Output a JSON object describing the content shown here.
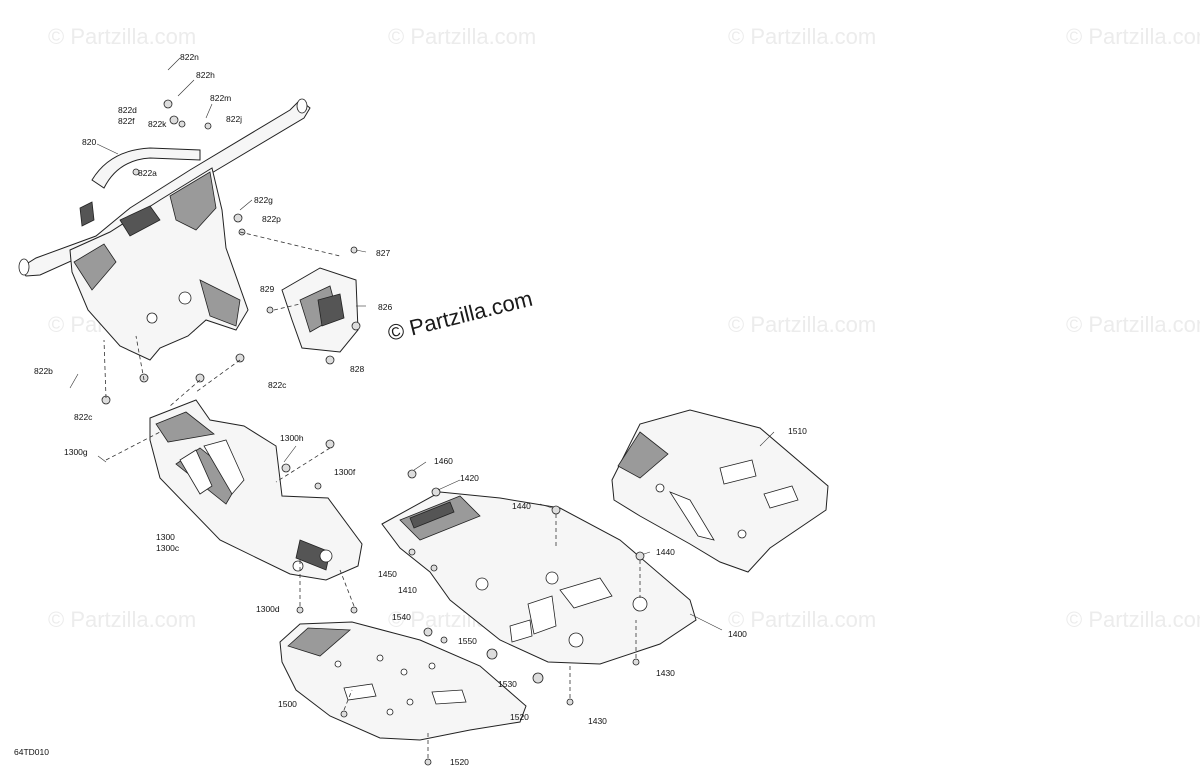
{
  "watermark": {
    "text": "© Partzilla.com"
  },
  "center_watermark": {
    "text": "© Partzilla.com"
  },
  "diagram_ref": "64TD010",
  "callouts": {
    "c822n": "822n",
    "c822h": "822h",
    "c822m": "822m",
    "c822d": "822d",
    "c822f": "822f",
    "c822k": "822k",
    "c822j": "822j",
    "c820": "820",
    "c822a": "822a",
    "c822g": "822g",
    "c822p": "822p",
    "c827": "827",
    "c829": "829",
    "c826": "826",
    "c828": "828",
    "c822b": "822b",
    "c822c_right": "822c",
    "c822c_left": "822c",
    "c1300g": "1300g",
    "c1300h": "1300h",
    "c1300f": "1300f",
    "c1300": "1300",
    "c1300c": "1300c",
    "c1300d": "1300d",
    "c1460": "1460",
    "c1420": "1420",
    "c1440_top": "1440",
    "c1440_right": "1440",
    "c1510": "1510",
    "c1450": "1450",
    "c1410": "1410",
    "c1540": "1540",
    "c1550": "1550",
    "c1400": "1400",
    "c1430_right": "1430",
    "c1530": "1530",
    "c1500": "1500",
    "c1520_mid": "1520",
    "c1430_bottom": "1430",
    "c1520_bottom": "1520"
  }
}
